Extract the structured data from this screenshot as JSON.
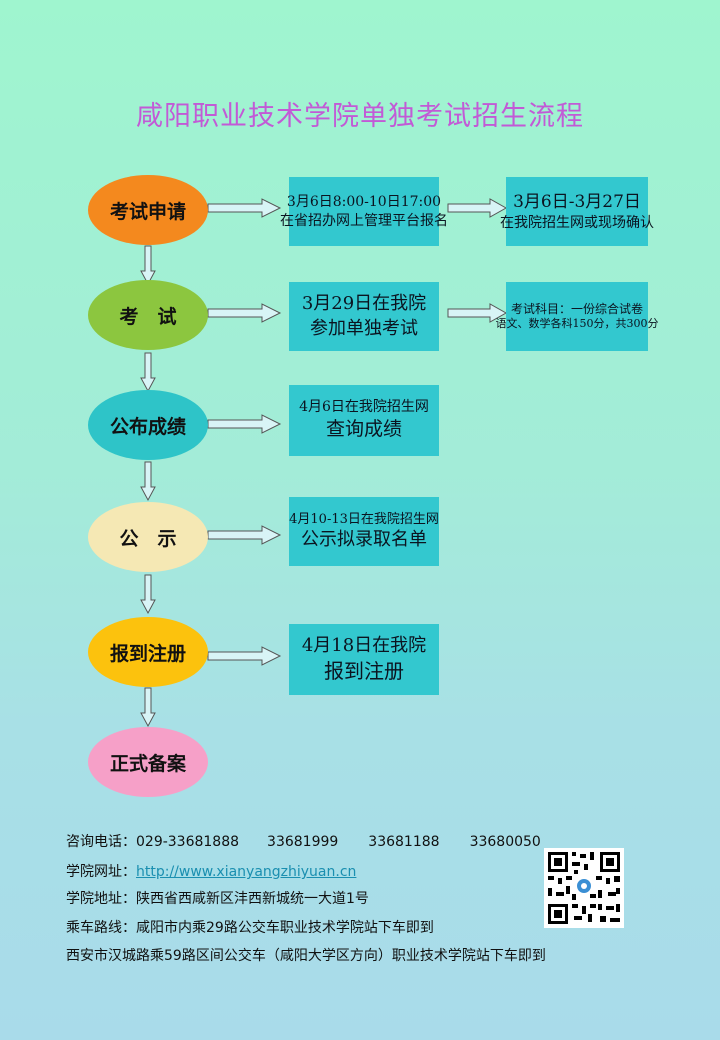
{
  "title": "咸阳职业技术学院单独考试招生流程",
  "steps": [
    {
      "label": "考试申请",
      "color": "#f4891e"
    },
    {
      "label": "考　试",
      "color": "#8cc63f"
    },
    {
      "label": "公布成绩",
      "color": "#2ec4c8"
    },
    {
      "label": "公　示",
      "color": "#f5e8b4"
    },
    {
      "label": "报到注册",
      "color": "#fcc20d"
    },
    {
      "label": "正式备案",
      "color": "#f6a0c8"
    }
  ],
  "boxes": {
    "apply_time": {
      "line1": "3月6日8:00-10日17:00",
      "line2": "在省招办网上管理平台报名"
    },
    "apply_confirm": {
      "line1": "3月6日-3月27日",
      "line2": "在我院招生网或现场确认"
    },
    "exam_date": {
      "line1": "3月29日在我院",
      "line2": "参加单独考试"
    },
    "exam_subject": {
      "line1": "考试科目：一份综合试卷",
      "line2": "语文、数学各科150分，共300分"
    },
    "score": {
      "line1": "4月6日在我院招生网",
      "line2": "查询成绩"
    },
    "publicity": {
      "line1": "4月10-13日在我院招生网",
      "line2": "公示拟录取名单"
    },
    "register": {
      "line1": "4月18日在我院",
      "line2": "报到注册"
    }
  },
  "footer": {
    "phone_label": "咨询电话：",
    "phones": [
      "029-33681888",
      "33681999",
      "33681188",
      "33680050"
    ],
    "website_label": "学院网址：",
    "website": "http://www.xianyangzhiyuan.cn",
    "address_label": "学院地址：",
    "address": "陕西省西咸新区沣西新城统一大道1号",
    "route_label": "乘车路线：",
    "route1": "咸阳市内乘29路公交车职业技术学院站下车即到",
    "route2": "西安市汉城路乘59路区间公交车（咸阳大学区方向）职业技术学院站下车即到"
  }
}
